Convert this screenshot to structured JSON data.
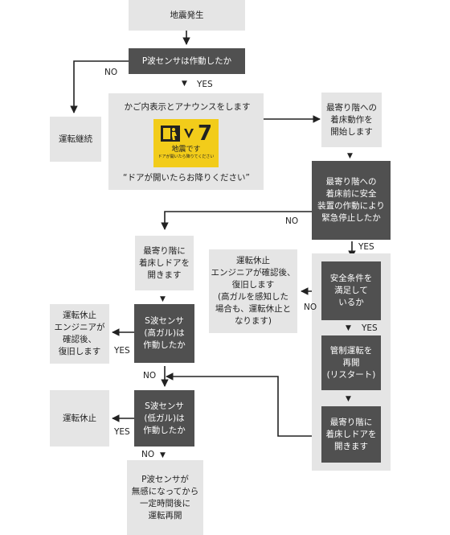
{
  "nodes": {
    "start": "地震発生",
    "p_wave_sensor": "P波センサは作動したか",
    "operation_continue": "運転継続",
    "in_car_display": "かご内表示とアナウンスをします",
    "announcement": "“ドアが開いたらお降りください”",
    "display_panel": {
      "floor_number": "7",
      "line1": "地震です",
      "line2": "ドアが開いたら降りてください"
    },
    "start_nearest_landing": "最寄り階への\n着床動作を\n開始します",
    "emergency_stop_check": "最寄り階への\n着床前に安全\n装置の作動により\n緊急停止したか",
    "open_door_nearest_floor": "最寄り階に\n着床しドアを\n開きます",
    "engineer_restore_stop": "運転休止\nエンジニアが確認後、\n復旧します\n(高ガルを感知した\n場合も、運転休止と\nなります)",
    "safety_conditions": "安全条件を\n満足して\nいるか",
    "control_restart": "管制運転を\n再開\n(リスタート)",
    "open_door_after_restart": "最寄り階に\n着床しドアを\n開きます",
    "s_wave_high": "S波センサ\n(高ガル)は\n作動したか",
    "engineer_restore": "運転休止\nエンジニアが\n確認後、\n復旧します",
    "s_wave_low": "S波センサ\n(低ガル)は\n作動したか",
    "operation_stop": "運転休止",
    "resume_after_delay": "P波センサが\n無感になってから\n一定時間後に\n運転再開"
  },
  "labels": {
    "yes": "YES",
    "no": "NO"
  },
  "colors": {
    "dark_box": "#505050",
    "light_box": "#e5e5e5",
    "panel": "#f2cc1a",
    "line": "#222222"
  },
  "icons": {
    "display_icon": "emergency-exit-icon",
    "arrow": "down-arrow-icon"
  }
}
